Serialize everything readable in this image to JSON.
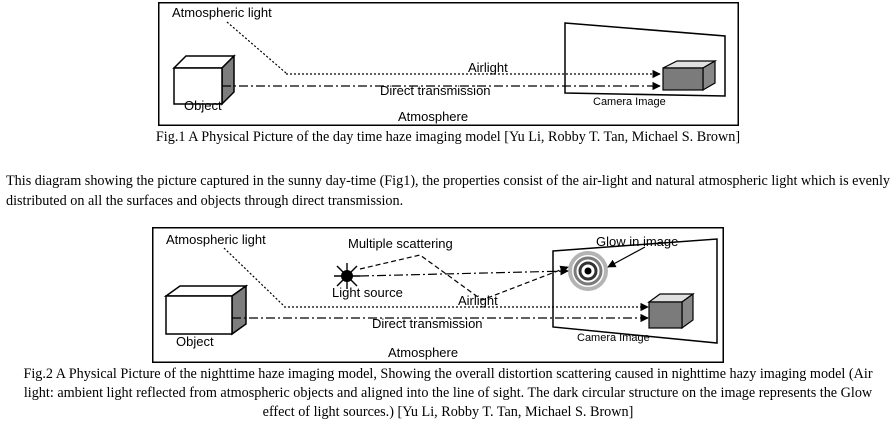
{
  "figure1": {
    "labels": {
      "atmospheric_light": "Atmospheric light",
      "airlight": "Airlight",
      "direct_transmission": "Direct transmission",
      "object": "Object",
      "camera_image": "Camera Image",
      "atmosphere": "Atmosphere"
    },
    "caption": "Fig.1 A Physical Picture of the day time haze imaging model [Yu Li, Robby T. Tan, Michael S. Brown]"
  },
  "paragraph": "This diagram showing the picture captured in the sunny day-time (Fig1), the properties consist of the air-light and natural atmospheric light which is evenly distributed on all the surfaces and objects through direct transmission.",
  "figure2": {
    "labels": {
      "atmospheric_light": "Atmospheric light",
      "multiple_scattering": "Multiple scattering",
      "glow_in_image": "Glow in image",
      "light_source": "Light source",
      "airlight": "Airlight",
      "direct_transmission": "Direct transmission",
      "object": "Object",
      "camera_image": "Camera Image",
      "atmosphere": "Atmosphere"
    },
    "caption": "Fig.2 A Physical Picture of the nighttime haze imaging model, Showing the overall distortion scattering caused in nighttime hazy imaging model (Air light: ambient light reflected from atmospheric objects and aligned into the line of sight. The dark circular structure on the image represents the Glow effect of light sources.) [Yu Li, Robby T. Tan, Michael S. Brown]"
  }
}
